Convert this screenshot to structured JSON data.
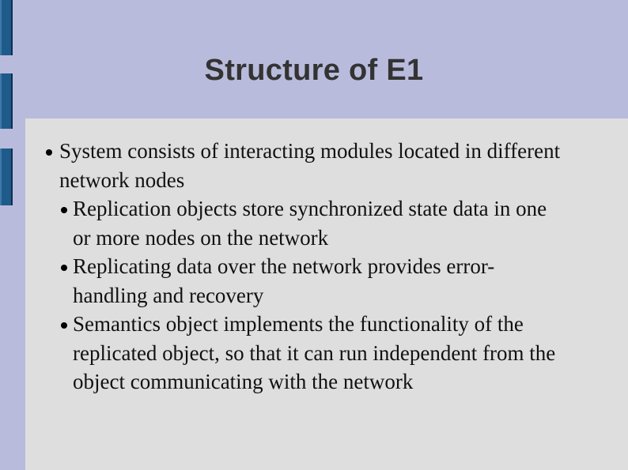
{
  "slide": {
    "title": "Structure of E1",
    "bullets": [
      {
        "text": "System consists of interacting modules located in different network nodes",
        "sub_bullets": [
          "Replication objects store synchronized state data in one or more nodes on the network",
          "Replicating data over the network provides error-handling and recovery",
          "Semantics object implements the functionality of the replicated object, so that it can run independent from the object communicating with the network"
        ]
      }
    ]
  },
  "colors": {
    "background": "#b9bbdc",
    "panel": "#dedede",
    "accent_bar": "#1e5a8a",
    "title_text": "#333333",
    "body_text": "#111111"
  }
}
